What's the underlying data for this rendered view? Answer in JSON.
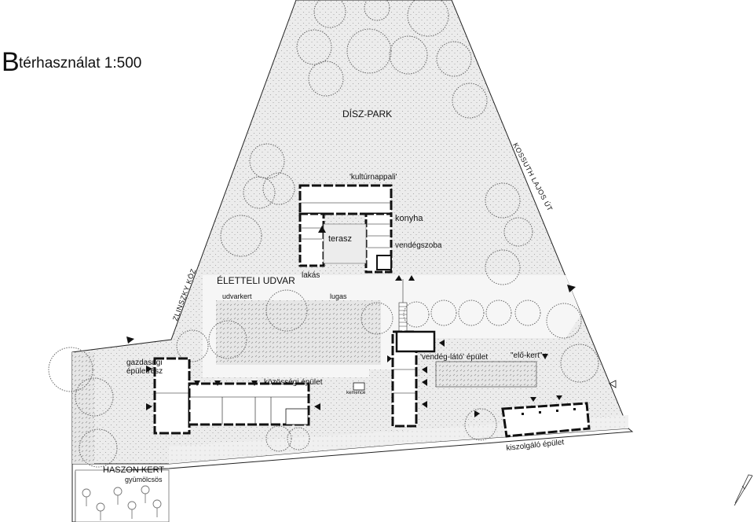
{
  "title": {
    "letter": "B",
    "text": "térhasználat 1:500"
  },
  "labels": {
    "disz_park": "DÍSZ-PARK",
    "kulturnappali": "'kultúrnappali'",
    "konyha": "konyha",
    "terasz": "terasz",
    "vendegszoba": "vendégszoba",
    "lakas": "lakás",
    "eletteli_udvar": "ÉLETTELI UDVAR",
    "udvarkert": "udvarkert",
    "lugas": "lugas",
    "gazdasagi": "gazdasági",
    "epuletresz": "épületrész",
    "kozossegi_epulet": "közösségi épület",
    "kemence": "kemence",
    "vendeg_lato_epulet": "'vendég-látó' épület",
    "elo_kert": "\"elő-kert\"",
    "kiszolgalo_epulet": "kiszolgáló épület",
    "haszon_kert": "HASZON KERT",
    "gyumolcsos": "gyümölcsös",
    "kossuth_lajos_ut": "KOSSUTH LAJOS ÚT",
    "zlinszky_koz": "ZLINSZKY KÖZ"
  },
  "colors": {
    "ink": "#111111",
    "ground": "#e9e9e9",
    "paper": "#ffffff"
  },
  "icons": [
    "entrance-triangle-icon",
    "north-arrow-icon",
    "tree-icon"
  ]
}
